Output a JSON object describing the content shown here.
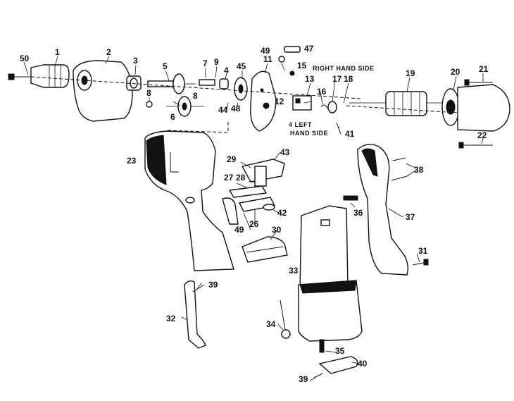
{
  "callouts": {
    "p1": "1",
    "p2": "2",
    "p3": "3",
    "p4": "4",
    "p5": "5",
    "p6": "6",
    "p7": "7",
    "p8a": "8",
    "p8b": "8",
    "p9": "9",
    "p11": "11",
    "p12": "12",
    "p13": "13",
    "p15": "15",
    "p16": "16",
    "p17": "17",
    "p18": "18",
    "p19": "19",
    "p20": "20",
    "p21": "21",
    "p22": "22",
    "p23": "23",
    "p26": "26",
    "p27": "27",
    "p28": "28",
    "p29": "29",
    "p30": "30",
    "p31": "31",
    "p32": "32",
    "p33": "33",
    "p34": "34",
    "p35": "35",
    "p36": "36",
    "p37": "37",
    "p38": "38",
    "p39a": "39",
    "p39b": "39",
    "p40": "40",
    "p41": "41",
    "p42": "42",
    "p43": "43",
    "p44": "44",
    "p45": "45",
    "p47": "47",
    "p48": "48",
    "p49a": "49",
    "p49b": "49",
    "p50": "50"
  },
  "side_labels": {
    "right": "RIGHT HAND SIDE",
    "left_line1": "4 LEFT",
    "left_line2": "HAND SIDE"
  },
  "colors": {
    "ink": "#111111",
    "paper": "#ffffff"
  }
}
